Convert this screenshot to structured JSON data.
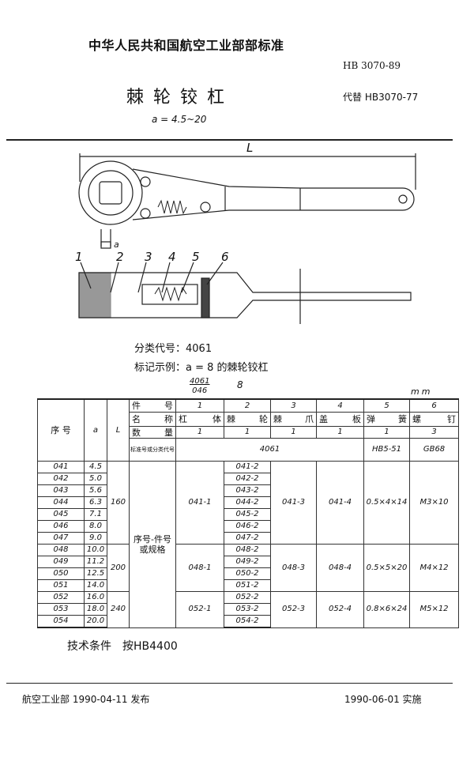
{
  "header": {
    "organization": "中华人民共和国航空工业部部标准",
    "standard_number": "HB 3070-89",
    "title": "棘轮铰杠",
    "replaces": "代替 HB3070-77",
    "size_range": "a = 4.5~20"
  },
  "drawing": {
    "dimension_L": "L",
    "dimension_a": "a",
    "part_labels": [
      "1",
      "2",
      "3",
      "4",
      "5",
      "6"
    ]
  },
  "classification": "分类代号：4061",
  "marking_example": {
    "text": "标记示例：a = 8 的棘轮铰杠",
    "numerator": "4061",
    "denominator": "046",
    "size": "8"
  },
  "unit": "mm",
  "table": {
    "seq_header": "序 号",
    "a_header": "a",
    "L_header": "L",
    "row_labels": [
      "件号",
      "名称",
      "数量",
      "标准号或分类代号"
    ],
    "part_numbers": [
      "1",
      "2",
      "3",
      "4",
      "5",
      "6"
    ],
    "part_names": [
      "杠体",
      "棘轮",
      "棘爪",
      "盖板",
      "弹簧",
      "螺钉"
    ],
    "quantities": [
      "1",
      "1",
      "1",
      "1",
      "1",
      "3"
    ],
    "standard_main": "4061",
    "standard_spring": "HB5-51",
    "standard_screw": "GB68",
    "spec_label": "序号-件号或规格",
    "rows": [
      {
        "seq": "041",
        "a": "4.5",
        "part2": "041-2"
      },
      {
        "seq": "042",
        "a": "5.0",
        "part2": "042-2"
      },
      {
        "seq": "043",
        "a": "5.6",
        "part2": "043-2"
      },
      {
        "seq": "044",
        "a": "6.3",
        "part2": "044-2"
      },
      {
        "seq": "045",
        "a": "7.1",
        "part2": "045-2"
      },
      {
        "seq": "046",
        "a": "8.0",
        "part2": "046-2"
      },
      {
        "seq": "047",
        "a": "9.0",
        "part2": "047-2"
      },
      {
        "seq": "048",
        "a": "10.0",
        "part2": "048-2"
      },
      {
        "seq": "049",
        "a": "11.2",
        "part2": "049-2"
      },
      {
        "seq": "050",
        "a": "12.5",
        "part2": "050-2"
      },
      {
        "seq": "051",
        "a": "14.0",
        "part2": "051-2"
      },
      {
        "seq": "052",
        "a": "16.0",
        "part2": "052-2"
      },
      {
        "seq": "053",
        "a": "18.0",
        "part2": "053-2"
      },
      {
        "seq": "054",
        "a": "20.0",
        "part2": "054-2"
      }
    ],
    "groups": [
      {
        "count": 7,
        "L": "160",
        "part1": "041-1",
        "part3": "041-3",
        "part4": "041-4",
        "part5": "0.5×4×14",
        "part6": "M3×10"
      },
      {
        "count": 4,
        "L": "200",
        "part1": "048-1",
        "part3": "048-3",
        "part4": "048-4",
        "part5": "0.5×5×20",
        "part6": "M4×12"
      },
      {
        "count": 3,
        "L": "240",
        "part1": "052-1",
        "part3": "052-3",
        "part4": "052-4",
        "part5": "0.8×6×24",
        "part6": "M5×12"
      }
    ]
  },
  "technical_conditions": "技术条件　按HB4400",
  "footer": {
    "issuer": "航空工业部 1990-04-11 发布",
    "effective": "1990-06-01 实施"
  }
}
